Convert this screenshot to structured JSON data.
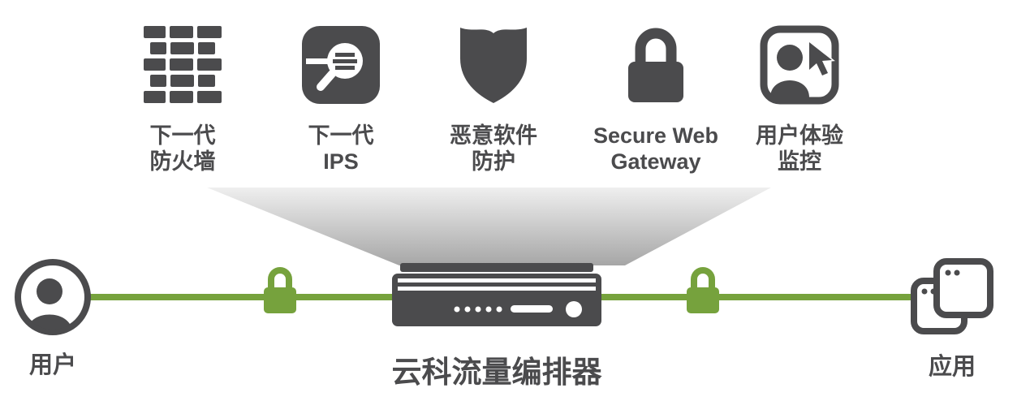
{
  "diagram": {
    "title_hint": "traffic-orchestration-diagram",
    "services": [
      {
        "icon": "firewall-icon",
        "line1": "下一代",
        "line2": "防火墙"
      },
      {
        "icon": "ips-icon",
        "line1": "下一代",
        "line2": "IPS"
      },
      {
        "icon": "malware-protection-icon",
        "line1": "恶意软件",
        "line2": "防护"
      },
      {
        "icon": "secure-web-gateway-icon",
        "line1": "Secure Web",
        "line2": "Gateway"
      },
      {
        "icon": "user-experience-icon",
        "line1": "用户体验",
        "line2": "监控"
      }
    ],
    "endpoints": {
      "user": "用户",
      "app": "应用"
    },
    "orchestrator": "云科流量编排器",
    "icons": {
      "left_endpoint": "user-circle-icon",
      "right_endpoint": "apps-windows-icon",
      "center": "server-appliance-icon",
      "line_locks": "green-padlock-icon"
    },
    "colors": {
      "icon_dark": "#4b4b4d",
      "green": "#76a23d",
      "funnel_top": "#efefef",
      "funnel_bottom": "#a6a6a6"
    }
  }
}
